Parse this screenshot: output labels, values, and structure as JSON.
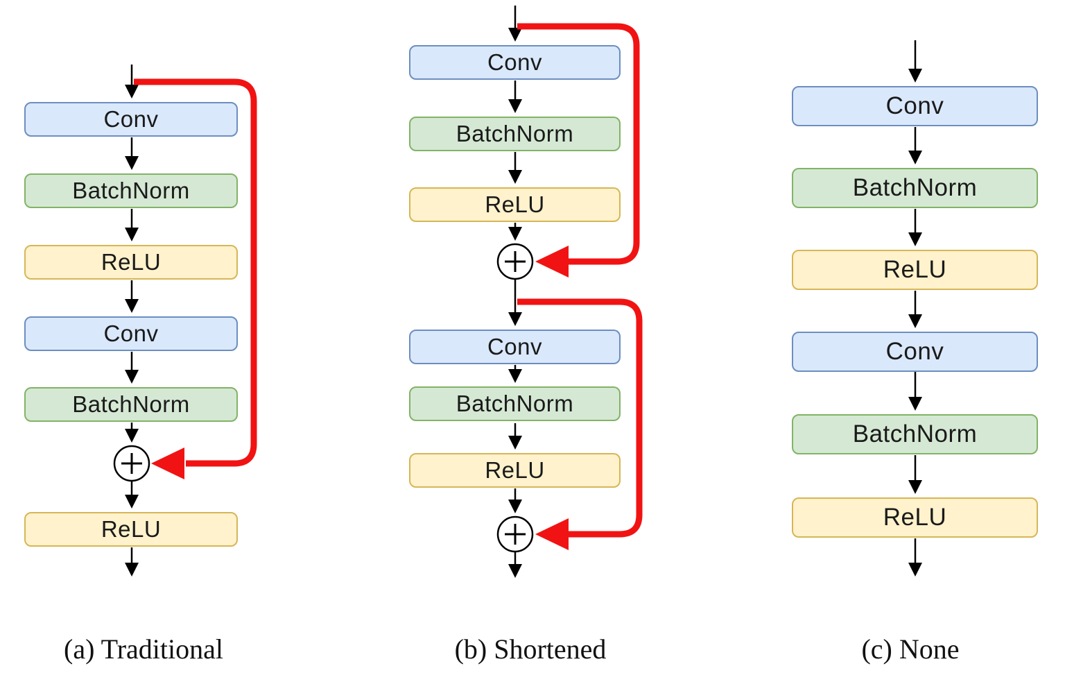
{
  "figure": {
    "background": "#ffffff",
    "colors": {
      "conv_fill": "#dae8fc",
      "conv_stroke": "#6c8ebf",
      "batchnorm_fill": "#d5e8d4",
      "batchnorm_stroke": "#82b366",
      "relu_fill": "#fff2cc",
      "relu_stroke": "#d6b656",
      "skip_arrow_red": "#f11313",
      "flow_arrow_black": "#000000"
    },
    "panels": [
      {
        "id": "a",
        "caption": "(a) Traditional",
        "nodes": [
          "Conv",
          "BatchNorm",
          "ReLU",
          "Conv",
          "BatchNorm",
          "ReLU"
        ],
        "adder_count": 1,
        "skip_connections": [
          "input to adder after second BatchNorm"
        ]
      },
      {
        "id": "b",
        "caption": "(b) Shortened",
        "nodes": [
          "Conv",
          "BatchNorm",
          "ReLU",
          "Conv",
          "BatchNorm",
          "ReLU"
        ],
        "adder_count": 2,
        "skip_connections": [
          "input to adder after first ReLU",
          "mid point to adder after second ReLU"
        ]
      },
      {
        "id": "c",
        "caption": "(c) None",
        "nodes": [
          "Conv",
          "BatchNorm",
          "ReLU",
          "Conv",
          "BatchNorm",
          "ReLU"
        ],
        "adder_count": 0,
        "skip_connections": []
      }
    ]
  }
}
